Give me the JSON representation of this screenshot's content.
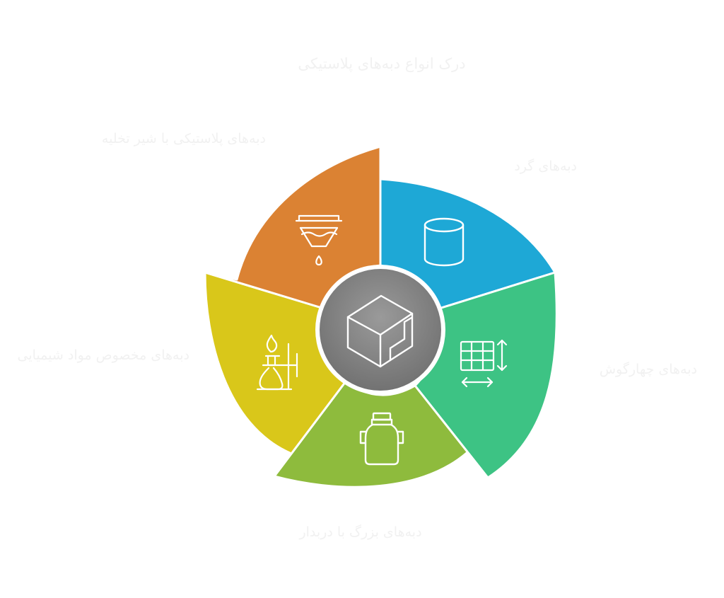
{
  "title": "درک انواع دبه‌های پلاستیکی",
  "segments": [
    {
      "label": "دبه‌های گرد",
      "color": "#1EA8D6",
      "icon": "cylinder-icon"
    },
    {
      "label": "دبه‌های چهارگوش",
      "color": "#3DC384",
      "icon": "grid-dimensions-icon"
    },
    {
      "label": "دبه‌های بزرگ با دربدار",
      "color": "#8EBB3D",
      "icon": "milk-can-icon"
    },
    {
      "label": "دبه‌های مخصوص مواد شیمیایی",
      "color": "#D9C71A",
      "icon": "chemical-burner-icon"
    },
    {
      "label": "دبه‌های پلاستیکی با شیر تخلیه",
      "color": "#DB8233",
      "icon": "faucet-drip-icon"
    }
  ],
  "center": {
    "icon": "box-icon",
    "color": "#8C8C8C"
  }
}
